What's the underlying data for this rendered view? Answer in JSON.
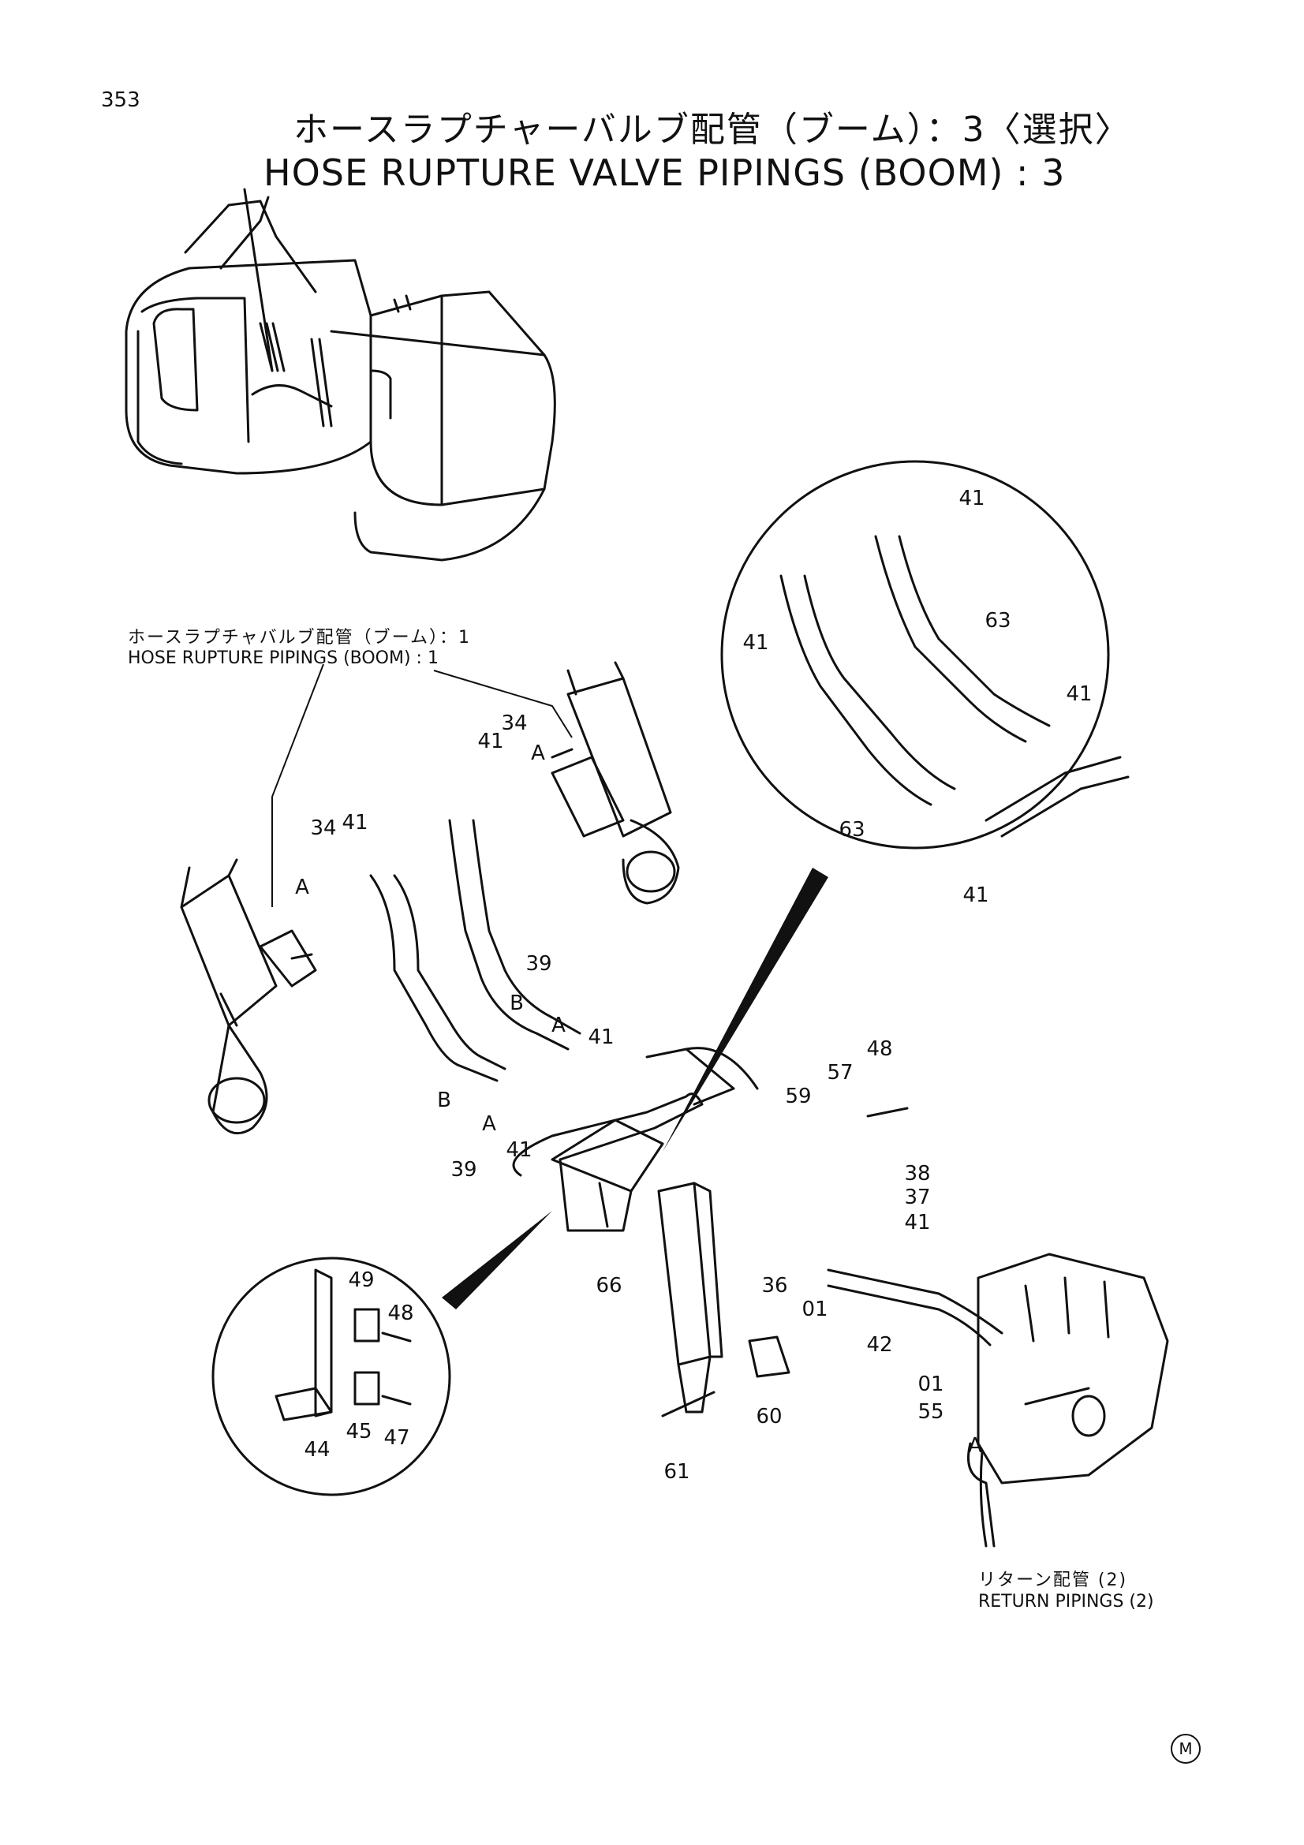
{
  "page_number": "353",
  "title_jp": "ホースラプチャーバルブ配管（ブーム）：3〈選択〉",
  "title_en": "HOSE RUPTURE VALVE PIPINGS (BOOM) : 3",
  "ref_upper": {
    "jp": "ホースラプチャバルブ配管（ブーム）：1",
    "en": "HOSE RUPTURE PIPINGS (BOOM) : 1"
  },
  "ref_lower": {
    "jp": "リターン配管 (2)",
    "en": "RETURN PIPINGS (2)"
  },
  "corner_mark": "M",
  "part_labels": {
    "p34_left": "34",
    "p41_left": "41",
    "a_left": "A",
    "p41_top": "41",
    "p34_top": "34",
    "a_top": "A",
    "p39_mid": "39",
    "b_mid": "B",
    "a_mid": "A",
    "p41_mid": "41",
    "b_low": "B",
    "a_low": "A",
    "p39_low": "39",
    "p41_low": "41",
    "p59": "59",
    "p57": "57",
    "p48_main": "48",
    "p38": "38",
    "p37": "37",
    "p41_right": "41",
    "p66": "66",
    "p36": "36",
    "p01_main": "01",
    "p42": "42",
    "p60": "60",
    "p61": "61",
    "p01_valve": "01",
    "p55": "55",
    "a_valve": "A",
    "d_p41_a": "41",
    "d_p41_b": "41",
    "d_p63_a": "63",
    "d_p41_c": "41",
    "d_p63_b": "63",
    "d_p41_d": "41",
    "d_p49": "49",
    "d_p48": "48",
    "d_p44": "44",
    "d_p45": "45",
    "d_p47": "47"
  }
}
